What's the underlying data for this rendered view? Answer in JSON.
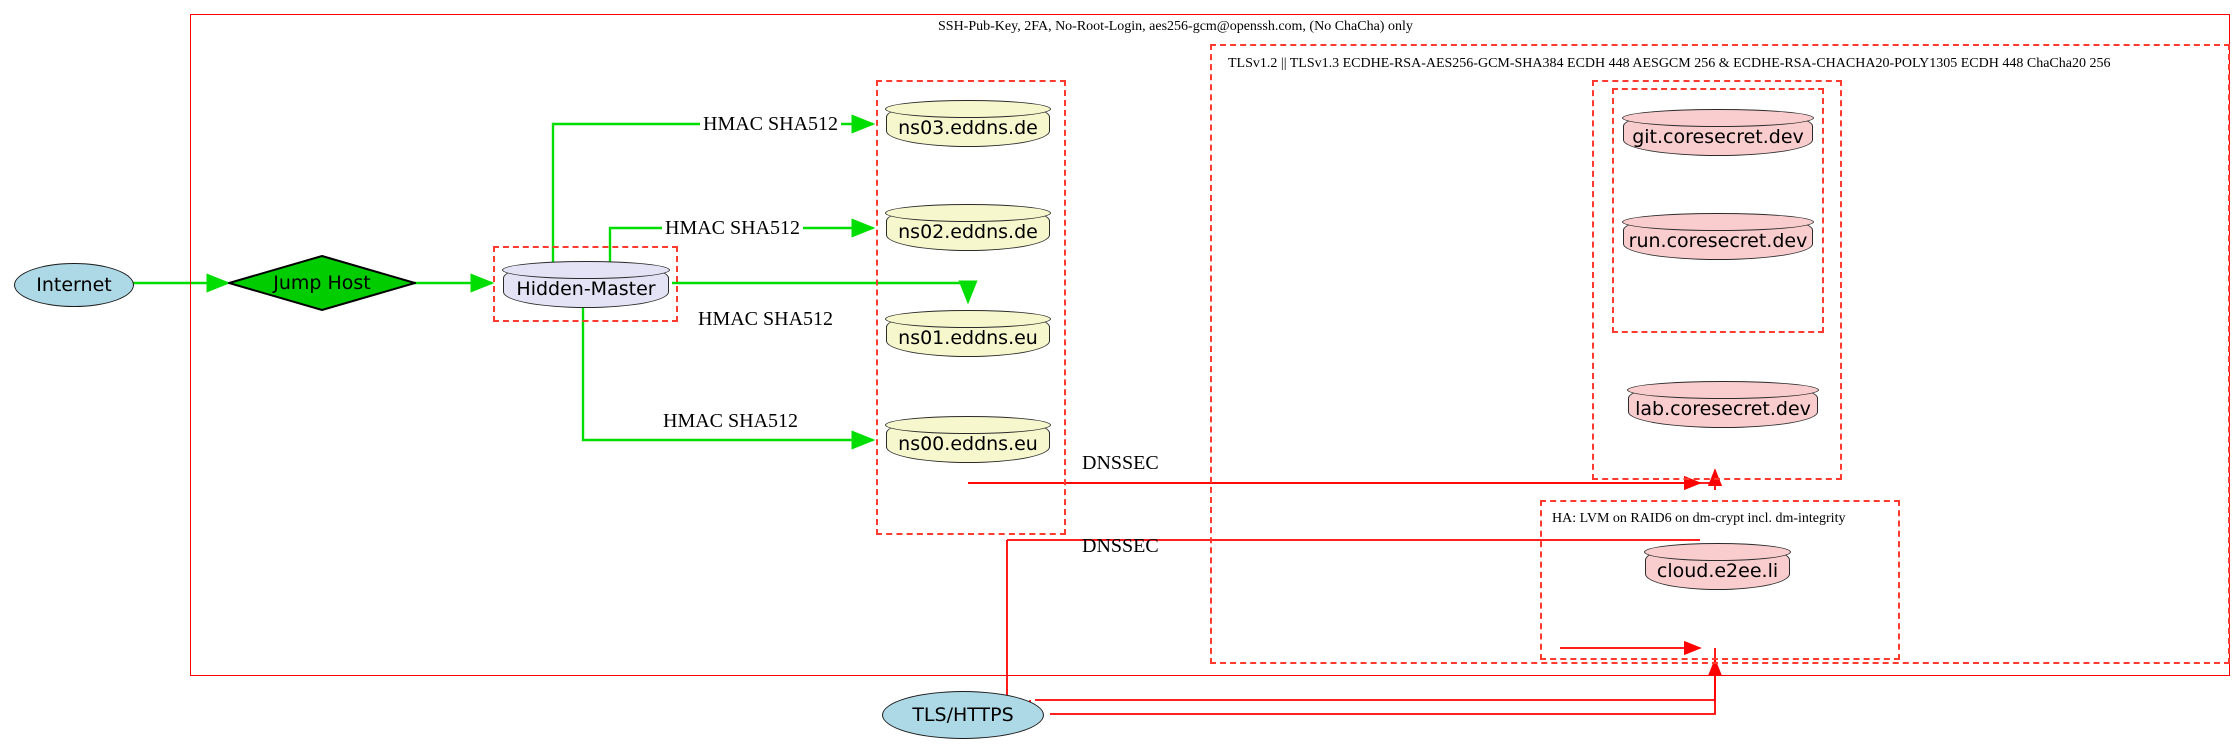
{
  "diagram": {
    "title_label": "SSH-Pub-Key, 2FA, No-Root-Login, aes256-gcm@openssh.com, (No ChaCha) only",
    "tls_label": "TLSv1.2 || TLSv1.3 ECDHE-RSA-AES256-GCM-SHA384 ECDH 448 AESGCM 256 & ECDHE-RSA-CHACHA20-POLY1305 ECDH 448 ChaCha20 256",
    "ha_label": "HA: LVM on RAID6 on dm-crypt incl. dm-integrity"
  },
  "nodes": {
    "internet": "Internet",
    "jump_host": "Jump Host",
    "hidden_master": "Hidden-Master",
    "ns03": "ns03.eddns.de",
    "ns02": "ns02.eddns.de",
    "ns01": "ns01.eddns.eu",
    "ns00": "ns00.eddns.eu",
    "git": "git.coresecret.dev",
    "run": "run.coresecret.dev",
    "lab": "lab.coresecret.dev",
    "cloud": "cloud.e2ee.li",
    "tls_https": "TLS/HTTPS"
  },
  "edges": {
    "hmac_ns03": "HMAC SHA512",
    "hmac_ns02": "HMAC SHA512",
    "hmac_ns01": "HMAC SHA512",
    "hmac_ns00": "HMAC SHA512",
    "dnssec_1": "DNSSEC",
    "dnssec_2": "DNSSEC"
  },
  "colors": {
    "green_edge": "#00dd00",
    "red_edge": "#ff0000",
    "dashed_boundary": "#ff3b30",
    "dns_fill": "#f7f7ce",
    "master_fill": "#e3e3f5",
    "app_fill": "#f9cdcd",
    "ellipse_fill": "#add8e6",
    "diamond_fill": "#00cc00"
  }
}
